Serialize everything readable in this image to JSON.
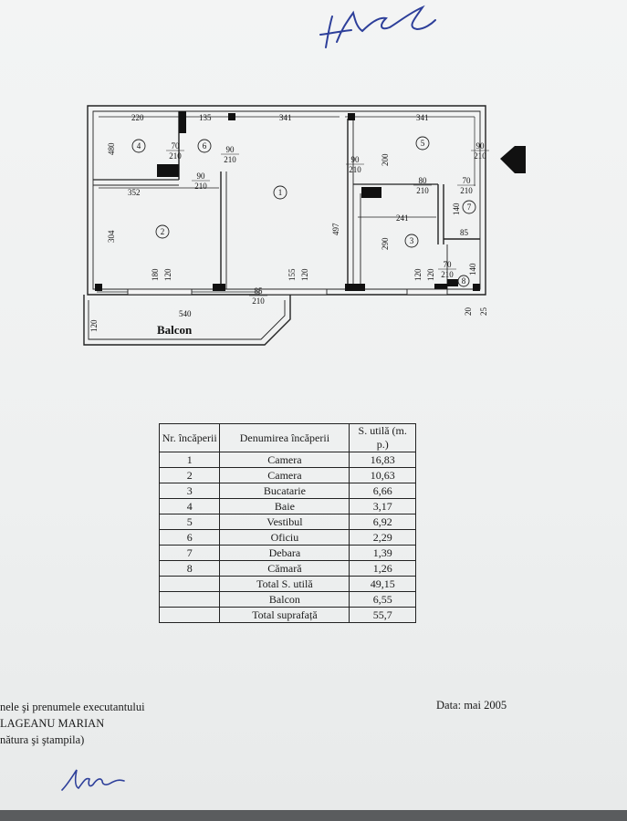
{
  "plan": {
    "dims": {
      "top_220": "220",
      "top_135": "135",
      "top_341a": "341",
      "top_341b": "341",
      "left_480": "480",
      "left_304": "304",
      "dim_352": "352",
      "dim_497": "497",
      "dim_200": "200",
      "dim_290": "290",
      "dim_241": "241",
      "dim_140a": "140",
      "dim_85": "85",
      "dim_140b": "140",
      "dim_540": "540",
      "dim_120balc": "120",
      "dim_20": "20",
      "dim_25": "25"
    },
    "doors": {
      "d4": [
        "70",
        "210"
      ],
      "d6": [
        "90",
        "210"
      ],
      "d6b": [
        "90",
        "210"
      ],
      "d1": [
        "90",
        "210"
      ],
      "d5": [
        "90",
        "210"
      ],
      "d3a": [
        "80",
        "210"
      ],
      "d7": [
        "70",
        "210"
      ],
      "d8": [
        "70",
        "210"
      ],
      "balc": [
        "85",
        "210"
      ]
    },
    "windows": {
      "w2": [
        "180",
        "120"
      ],
      "w1": [
        "155",
        "120"
      ],
      "w3": [
        "120",
        "120"
      ]
    },
    "rooms": [
      "1",
      "2",
      "3",
      "4",
      "5",
      "6",
      "7",
      "8"
    ],
    "balcony_label": "Balcon"
  },
  "table": {
    "headers": [
      "Nr. încăperii",
      "Denumirea încăperii",
      "S. utilă (m. p.)"
    ],
    "rows": [
      [
        "1",
        "Camera",
        "16,83"
      ],
      [
        "2",
        "Camera",
        "10,63"
      ],
      [
        "3",
        "Bucatarie",
        "6,66"
      ],
      [
        "4",
        "Baie",
        "3,17"
      ],
      [
        "5",
        "Vestibul",
        "6,92"
      ],
      [
        "6",
        "Oficiu",
        "2,29"
      ],
      [
        "7",
        "Debara",
        "1,39"
      ],
      [
        "8",
        "Cămară",
        "1,26"
      ]
    ],
    "totals": [
      [
        "",
        "Total S. utilă",
        "49,15"
      ],
      [
        "",
        "Balcon",
        "6,55"
      ],
      [
        "",
        "Total suprafață",
        "55,7"
      ]
    ]
  },
  "footer": {
    "executant_label": "nele şi prenumele executantului",
    "executant_name": "LAGEANU MARIAN",
    "signature_label": "nătura şi ştampila)",
    "date": "Data: mai 2005"
  }
}
